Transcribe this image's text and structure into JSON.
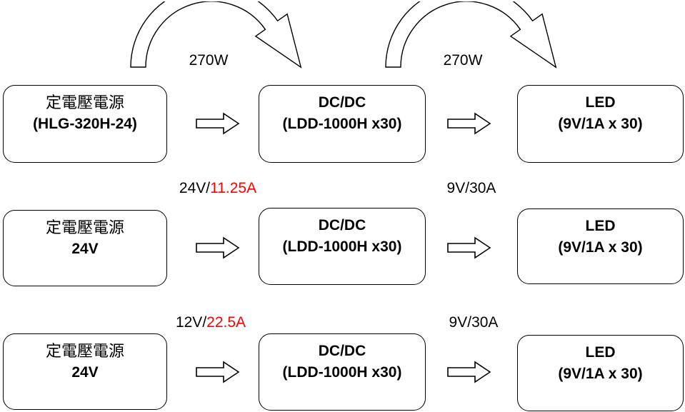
{
  "colors": {
    "background": "#ffffff",
    "text": "#000000",
    "highlight_red": "#ff0000",
    "shape_border": "#000000",
    "shape_fill": "#ffffff"
  },
  "icons": {
    "curved_arrow": "curved-arrow-icon",
    "right_arrow": "right-arrow-icon"
  },
  "rows": [
    {
      "source_box": {
        "line1": "定電壓電源",
        "line2": "(HLG-320H-24)"
      },
      "link1": {
        "text": "270W",
        "highlight": ""
      },
      "dcdc_box": {
        "line1": "DC/DC",
        "line2": "(LDD-1000H x30)"
      },
      "link2": {
        "text": "270W",
        "highlight": ""
      },
      "led_box": {
        "line1": "LED",
        "line2": "(9V/1A x 30)"
      }
    },
    {
      "source_box": {
        "line1": "定電壓電源",
        "line2": "24V"
      },
      "link1": {
        "text": "24V/",
        "highlight": "11.25A"
      },
      "dcdc_box": {
        "line1": "DC/DC",
        "line2": "(LDD-1000H x30)"
      },
      "link2": {
        "text": "9V/30A",
        "highlight": ""
      },
      "led_box": {
        "line1": "LED",
        "line2": "(9V/1A x 30)"
      }
    },
    {
      "source_box": {
        "line1": "定電壓電源",
        "line2": "24V"
      },
      "link1": {
        "text": "12V/",
        "highlight": "22.5A"
      },
      "dcdc_box": {
        "line1": "DC/DC",
        "line2": "(LDD-1000H x30)"
      },
      "link2": {
        "text": "9V/30A",
        "highlight": ""
      },
      "led_box": {
        "line1": "LED",
        "line2": "(9V/1A x 30)"
      }
    }
  ]
}
